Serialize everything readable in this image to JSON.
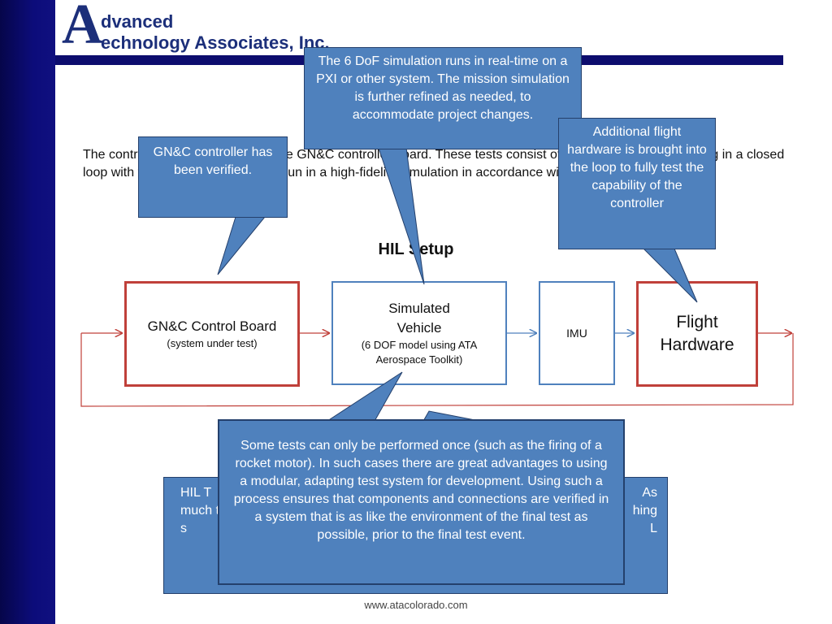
{
  "header": {
    "logo_big_letter": "A",
    "logo_line1": "dvanced",
    "logo_line2": "echnology Associates, Inc."
  },
  "body_text": "The control system is tested with the GN&C controller board. These tests consist of the GN&C board operating in a closed loop with the IMU. These tests are run in a high-fidelity simulation in accordance with mission parameters.",
  "diagram": {
    "title": "HIL Setup",
    "box_gnc": {
      "main": "GN&C Control Board",
      "sub": "(system under test)"
    },
    "box_sim": {
      "main": "Simulated Vehicle",
      "sub": "(6 DOF model using ATA Aerospace Toolkit)"
    },
    "box_imu": {
      "main": "IMU"
    },
    "box_flight": {
      "main": "Flight Hardware"
    }
  },
  "callouts": {
    "gnc_verified": "GN&C controller has been verified.",
    "sim_runs": "The 6 DoF simulation runs in real-time on a PXI or other system.  The mission simulation is further refined as needed, to accommodate project changes.",
    "additional_hw": "Additional flight hardware is brought into the loop to fully test the capability of the controller",
    "tests_once": "Some tests can only be performed once (such as the firing of a rocket motor).  In such cases there are great advantages to using a modular, adapting test system for development.  Using such a process ensures that components and connections are verified in a system that is as like the environment of the final test as possible, prior to the final test event.",
    "hil_left": "HIL T much this s",
    "hil_right": "As hing L"
  },
  "footer": {
    "url": "www.atacolorado.com"
  },
  "colors": {
    "sidebar": "#0c0c7a",
    "callout_fill": "#4f81bd",
    "red_border": "#c0403a",
    "blue_border": "#4f81bd"
  }
}
